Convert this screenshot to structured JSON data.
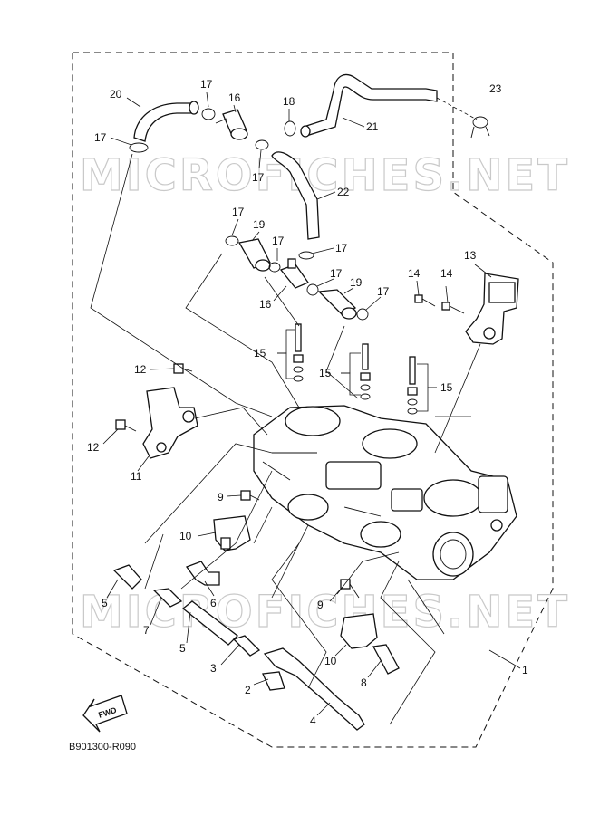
{
  "watermark": "MICROFICHES.NET",
  "reference_code": "B901300-R090",
  "direction_label": "FWD",
  "callouts": {
    "c1": "1",
    "c2": "2",
    "c3": "3",
    "c4": "4",
    "c5a": "5",
    "c5b": "5",
    "c6": "6",
    "c7": "7",
    "c8": "8",
    "c9a": "9",
    "c9b": "9",
    "c10a": "10",
    "c10b": "10",
    "c11": "11",
    "c12a": "12",
    "c12b": "12",
    "c13": "13",
    "c14a": "14",
    "c14b": "14",
    "c15a": "15",
    "c15b": "15",
    "c15c": "15",
    "c16a": "16",
    "c16b": "16",
    "c17a": "17",
    "c17b": "17",
    "c17c": "17",
    "c17d": "17",
    "c17e": "17",
    "c17f": "17",
    "c17g": "17",
    "c18": "18",
    "c19a": "19",
    "c19b": "19",
    "c20": "20",
    "c21": "21",
    "c22": "22",
    "c23": "23"
  },
  "colors": {
    "line": "#111111",
    "watermark": "#c9c9c9",
    "background": "#ffffff"
  }
}
